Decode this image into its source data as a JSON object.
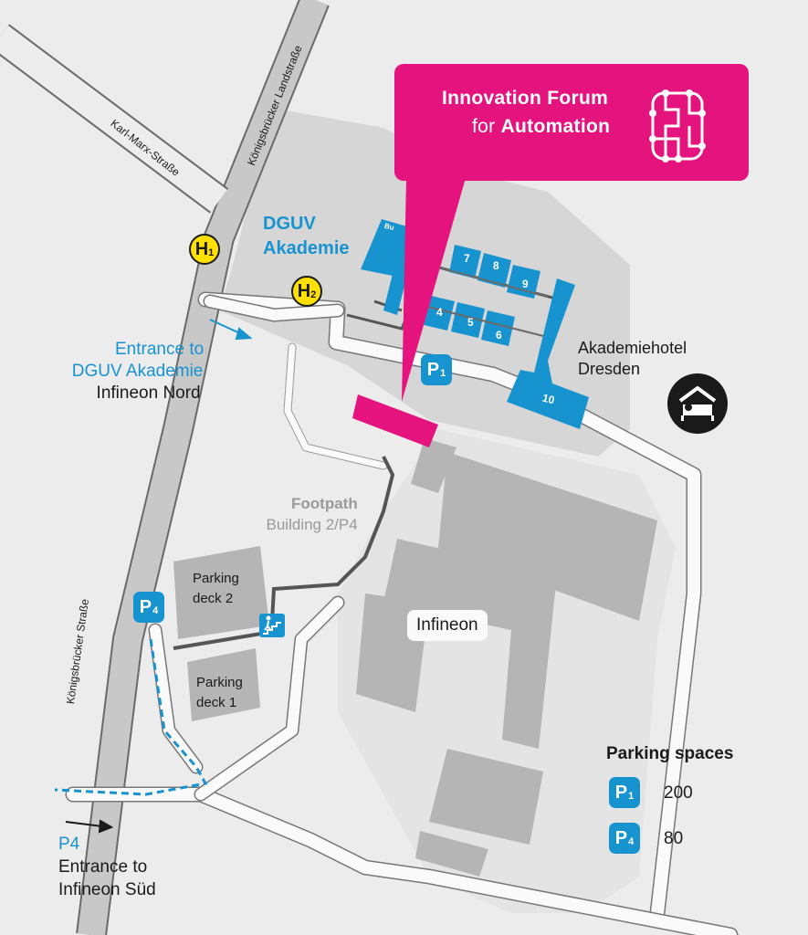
{
  "callout": {
    "title": "Innovation Forum",
    "subtitle_prefix": "for",
    "subtitle_bold": "Automation",
    "icon": "circuit-chip-icon"
  },
  "roads": {
    "koenigsbruecker_landstrasse": "Königsbrücker Landstraße",
    "karl_marx_strasse": "Karl-Marx-Straße",
    "koenigsbruecker_strasse": "Königsbrücker Straße"
  },
  "stops": [
    {
      "letter": "H",
      "number": "1"
    },
    {
      "letter": "H",
      "number": "2"
    }
  ],
  "places": {
    "dguv_line1": "DGUV",
    "dguv_line2": "Akademie",
    "hotel_line1": "Akademiehotel",
    "hotel_line2": "Dresden",
    "infineon": "Infineon",
    "footpath_line1": "Footpath",
    "footpath_line2": "Building 2/P4",
    "parking_deck2_line1": "Parking",
    "parking_deck2_line2": "deck 2",
    "parking_deck1_line1": "Parking",
    "parking_deck1_line2": "deck 1",
    "building_label": "Bu"
  },
  "entrances": {
    "north_line1": "Entrance to",
    "north_line2": "DGUV Akademie",
    "north_line3": "Infineon Nord",
    "south_tag": "P4",
    "south_line1": "Entrance to",
    "south_line2": "Infineon Süd"
  },
  "buildings": [
    "4",
    "5",
    "6",
    "7",
    "8",
    "9",
    "10"
  ],
  "parking_badges": {
    "p1": {
      "letter": "P",
      "number": "1"
    },
    "p4": {
      "letter": "P",
      "number": "4"
    }
  },
  "legend": {
    "title": "Parking spaces",
    "items": [
      {
        "letter": "P",
        "number": "1",
        "spaces": "200"
      },
      {
        "letter": "P",
        "number": "4",
        "spaces": "80"
      }
    ]
  },
  "colors": {
    "magenta": "#e5137d",
    "blue": "#1793cf",
    "building": "#b5b5b5",
    "campus": "#d6d6d6",
    "stop_yellow": "#ffe000"
  }
}
